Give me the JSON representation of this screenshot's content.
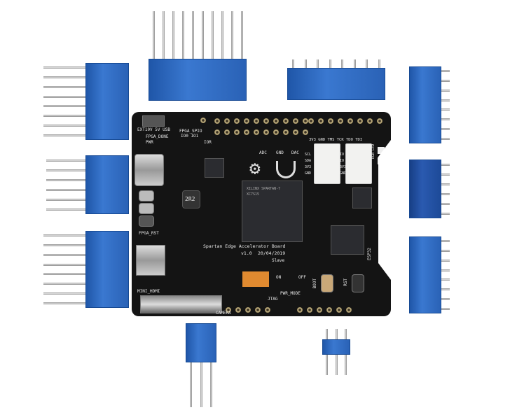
{
  "board": {
    "title": "Spartan Edge Accelerator Board",
    "version": "v1.0",
    "date": "20/04/2019",
    "labels": {
      "power_select": "EXT10V 5V USB",
      "fpga_done": "FPGA_DONE",
      "pwr": "PWR",
      "fpga_spio": "FPGA_SPIO",
      "io0_io1": "IO0 IO1",
      "ioref": "IOR",
      "adc": "ADC",
      "gnd": "GND",
      "dac": "DAC",
      "jtag_pins": "3V3 GND TMS TCK TDO TDI",
      "i2c_pins": [
        "SCL",
        "SDA",
        "3V3",
        "GND"
      ],
      "io_pins": [
        "IO",
        "IO",
        "3V3",
        "GND"
      ],
      "rgb": "RGB LED",
      "fpga_rst": "FPGA_RST",
      "mini_hdmi": "MINI_HDMI",
      "camera": "CAMERA",
      "slave": "Slave",
      "on": "ON",
      "off": "OFF",
      "pwr_mode": "PWR_MODE",
      "jtag": "JTAG",
      "boot": "BOOT",
      "rst": "RST",
      "esp32": "ESP32",
      "inductor": "2R2",
      "fpga_chip": "XILINX SPARTAN-7",
      "fpga_part": "XC7S15"
    }
  },
  "colors": {
    "header_blue": "#2a62b6",
    "pcb": "#141414",
    "gold": "#c9b98a"
  }
}
